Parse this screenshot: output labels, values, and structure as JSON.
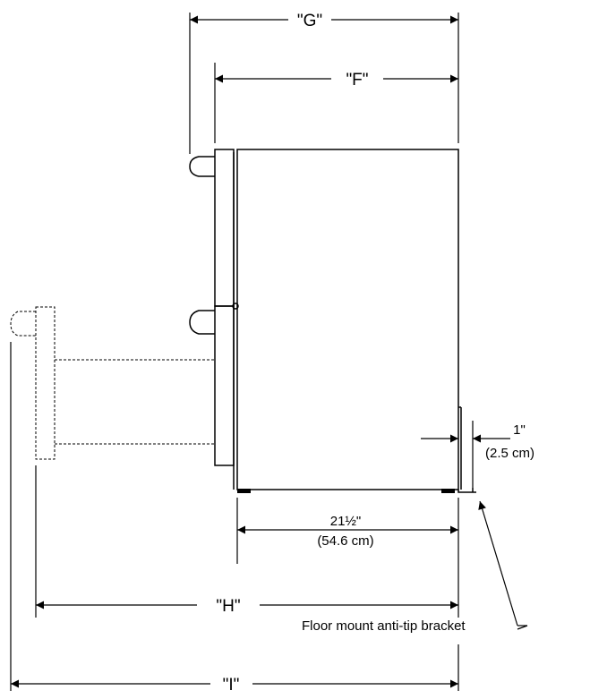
{
  "dimensions": {
    "g": {
      "label": "\"G\""
    },
    "f": {
      "label": "\"F\""
    },
    "h": {
      "label": "\"H\""
    },
    "i": {
      "label": "\"I\""
    },
    "depth": {
      "value": "21½\"",
      "metric": "(54.6 cm)"
    },
    "gap": {
      "value": "1\"",
      "metric": "(2.5 cm)"
    }
  },
  "callout": {
    "text": "Floor mount anti-tip bracket"
  }
}
